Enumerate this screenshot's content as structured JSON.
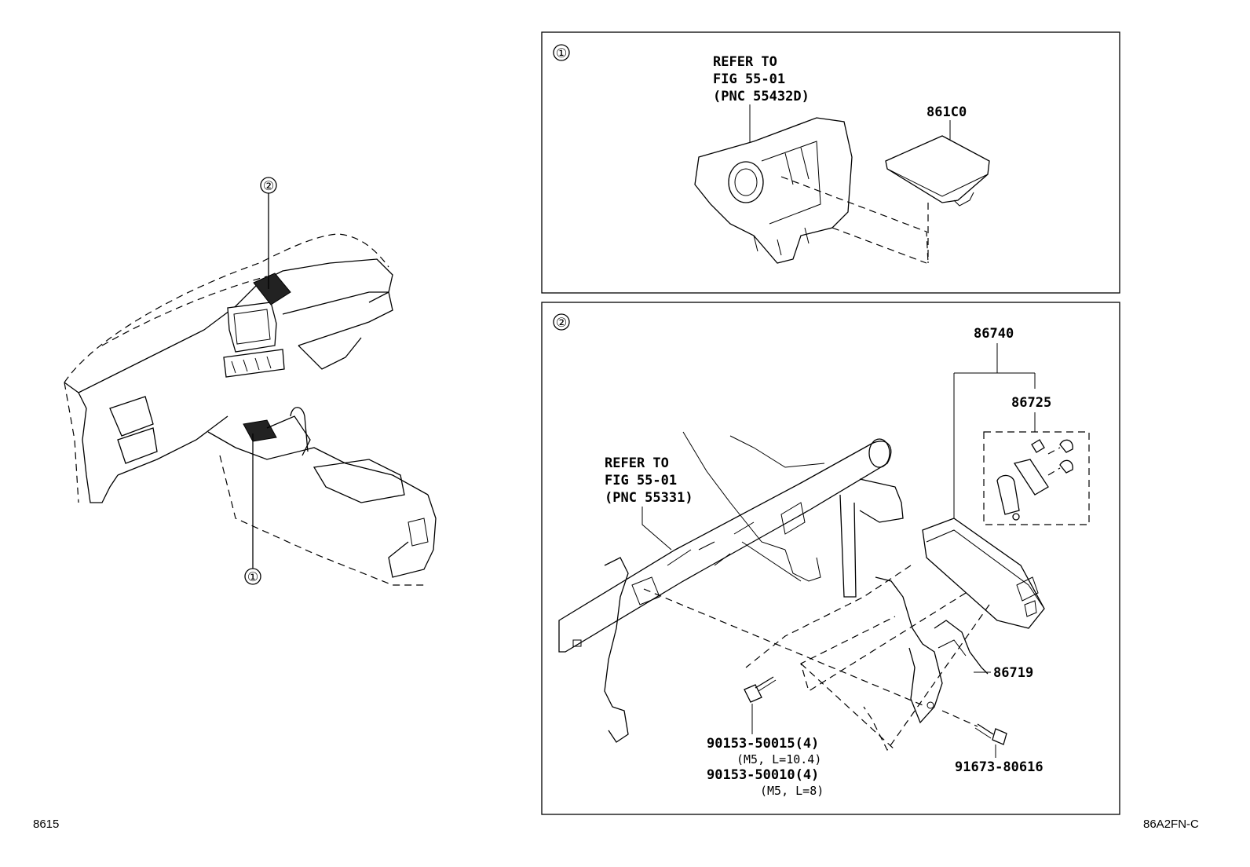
{
  "overview": {
    "callout_1": "①",
    "callout_2": "②"
  },
  "panel_1": {
    "marker": "①",
    "refer_line1": "REFER TO",
    "refer_line2": "FIG 55-01",
    "refer_line3": "(PNC 55432D)",
    "part_label": "861C0"
  },
  "panel_2": {
    "marker": "②",
    "refer_line1": "REFER TO",
    "refer_line2": "FIG 55-01",
    "refer_line3": "(PNC 55331)",
    "assembly_label": "86740",
    "subassembly_label": "86725",
    "bracket_label": "86719",
    "bolt_a_label": "90153-50015(4)",
    "bolt_a_spec": "(M5, L=10.4)",
    "bolt_b_label": "90153-50010(4)",
    "bolt_b_spec": "(M5, L=8)",
    "screw_label": "91673-80616"
  },
  "footer": {
    "figure_number": "8615",
    "illustration_code": "86A2FN-C"
  }
}
